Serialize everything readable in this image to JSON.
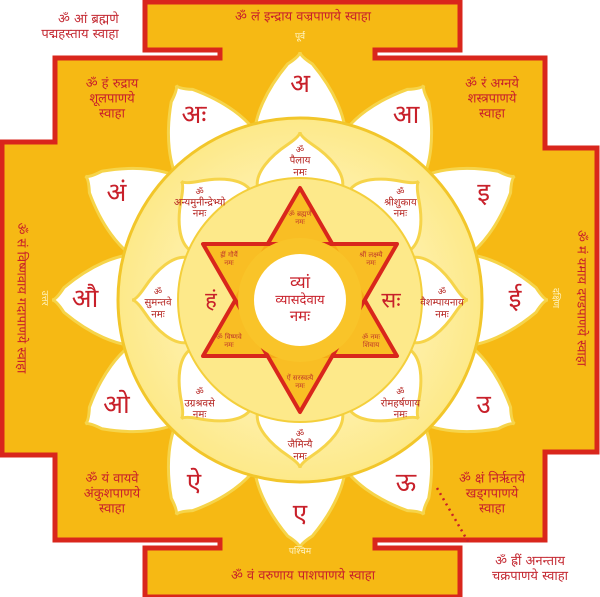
{
  "center": {
    "bija": "व्यां",
    "name": "व्यासदेवाय",
    "namah": "नमः"
  },
  "side_bijas": {
    "left": "हं",
    "right": "सः"
  },
  "directions": {
    "east": "पूर्व",
    "west": "पश्चिम",
    "north": "उत्तर",
    "south": "दक्षिण"
  },
  "gates": {
    "top": "ॐ लं इन्द्राय वज्रपाणये स्वाहा",
    "bottom": "ॐ वं वरुणाय पाशपाणये स्वाहा",
    "left": "ॐ सं विष्णवाय गदापाणये स्वाहा",
    "right": "ॐ मं यमाय दण्डपाणये स्वाहा"
  },
  "corners": {
    "top_left_outside": [
      "ॐ आं ब्रह्मणे",
      "पद्महस्ताय स्वाहा"
    ],
    "bottom_right_outside": [
      "ॐ ह्रीं अनन्ताय",
      "चक्रपाणये स्वाहा"
    ],
    "nw": [
      "ॐ हं रुद्राय",
      "शूलपाणये",
      "स्वाहा"
    ],
    "ne": [
      "ॐ रं अग्नये",
      "शस्त्रपाणये",
      "स्वाहा"
    ],
    "sw": [
      "ॐ यं वायवे",
      "अंकुशपाणये",
      "स्वाहा"
    ],
    "se": [
      "ॐ क्षं निर्ऋतये",
      "खड्गपाणये",
      "स्वाहा"
    ]
  },
  "outer_petals": [
    "अ",
    "आ",
    "इ",
    "ई",
    "उ",
    "ऊ",
    "ए",
    "ऐ",
    "ओ",
    "औ",
    "अं",
    "अः"
  ],
  "inner_petals": [
    {
      "om": "ॐ",
      "name": "पैलाय",
      "namah": "नमः"
    },
    {
      "om": "ॐ",
      "name": "श्रीशुकाय",
      "namah": "नमः"
    },
    {
      "om": "ॐ",
      "name": "वैशम्पायनाय",
      "namah": "नमः"
    },
    {
      "om": "ॐ",
      "name": "रोमहर्षणाय",
      "namah": "नमः"
    },
    {
      "om": "ॐ",
      "name": "जैमिन्यै",
      "namah": "नमः"
    },
    {
      "om": "ॐ",
      "name": "उग्रश्रवसे",
      "namah": "नमः"
    },
    {
      "om": "ॐ",
      "name": "सुमन्तवे",
      "namah": "नमः"
    },
    {
      "om": "ॐ",
      "name": "अन्यमुनीन्द्रेभ्यो",
      "namah": "नमः"
    }
  ],
  "star_points": [
    {
      "a": "ॐ ब्रह्मणे",
      "b": "नमः"
    },
    {
      "a": "श्रीं लक्ष्म्यै",
      "b": "नमः"
    },
    {
      "a": "ॐ नमः",
      "b": "शिवाय"
    },
    {
      "a": "ऐं सरस्वत्यै",
      "b": "नमः"
    },
    {
      "a": "ॐ विष्णवे",
      "b": "नमः"
    },
    {
      "a": "ह्रीं गौर्यै",
      "b": "नमः"
    }
  ],
  "colors": {
    "gold": "#f6b914",
    "red": "#d9261c",
    "pale": "#fdf3b0",
    "light": "#fde57a",
    "white": "#ffffff"
  }
}
